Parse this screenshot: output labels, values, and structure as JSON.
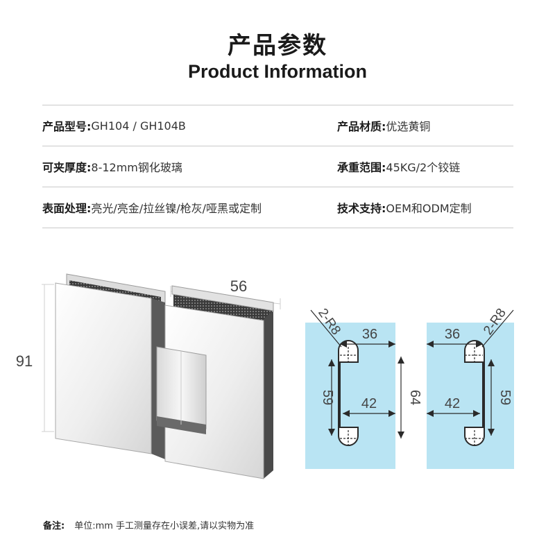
{
  "header": {
    "title_cn": "产品参数",
    "title_en": "Product Information"
  },
  "specs": [
    {
      "left": {
        "label": "产品型号:",
        "value": "GH104 / GH104B"
      },
      "right": {
        "label": "产品材质:",
        "value": "优选黄铜"
      }
    },
    {
      "left": {
        "label": "可夹厚度:",
        "value": "8-12mm钢化玻璃"
      },
      "right": {
        "label": "承重范围:",
        "value": "45KG/2个铰链"
      }
    },
    {
      "left": {
        "label": "表面处理:",
        "value": "亮光/亮金/拉丝镍/枪灰/哑黑或定制"
      },
      "right": {
        "label": "技术支持:",
        "value": "OEM和ODM定制"
      }
    }
  ],
  "product_dims": {
    "width": "56",
    "height": "91"
  },
  "cutout_left": {
    "radius": "2-R8",
    "top_width": "36",
    "height": "59",
    "inner_width": "42",
    "glass_height": "64"
  },
  "cutout_right": {
    "radius": "2-R8",
    "top_width": "36",
    "height": "59",
    "inner_width": "42"
  },
  "footnote": {
    "label": "备注:",
    "text": "单位:mm 手工测量存在小误差,请以实物为准"
  },
  "colors": {
    "glass": "#b9e4f3",
    "hinge_light": "#f4f4f4",
    "hinge_dark": "#4a4a4a",
    "dim_line": "#cfcfcf",
    "divider": "#c9c9c9"
  }
}
